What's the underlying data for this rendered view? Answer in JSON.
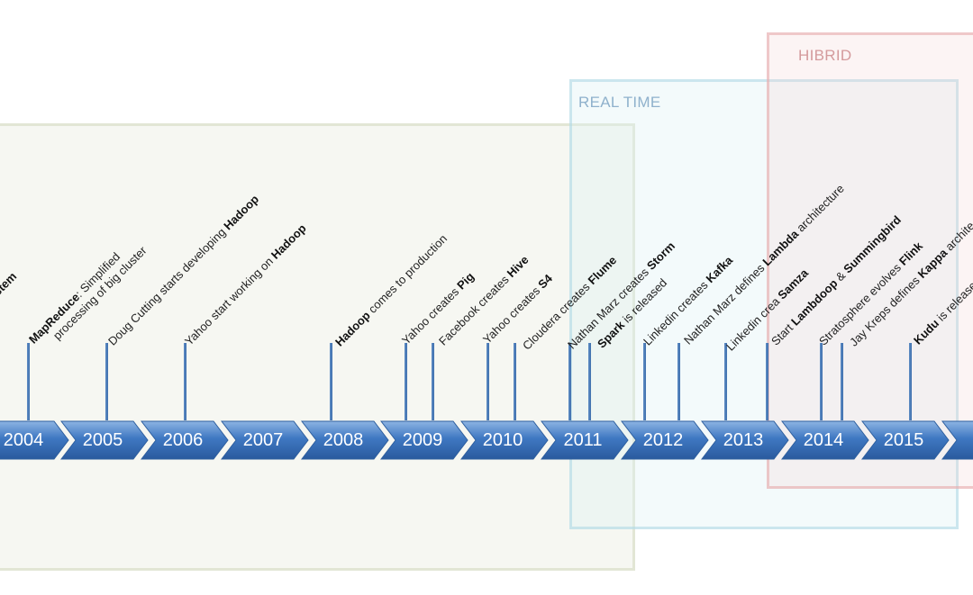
{
  "regions": {
    "realtime_label": "REAL TIME",
    "hybrid_label": "HIBRID"
  },
  "timeline": {
    "years": [
      "2004",
      "2005",
      "2006",
      "2007",
      "2008",
      "2009",
      "2010",
      "2011",
      "2012",
      "2013",
      "2014",
      "2015",
      ""
    ]
  },
  "events": {
    "gfs": {
      "suffix": "System"
    },
    "mapreduce": {
      "name": "MapReduce",
      "text1": ": Simplified",
      "text2": "processing of big cluster"
    },
    "cutting": {
      "text": "Doug Cutting starts developing ",
      "name": "Hadoop"
    },
    "yahoo_hadoop": {
      "text": "Yahoo start working on ",
      "name": "Hadoop"
    },
    "hadoop_prod": {
      "name": "Hadoop",
      "text": " comes to production"
    },
    "pig": {
      "text": "Yahoo creates ",
      "name": "Pig"
    },
    "hive": {
      "text": "Facebook creates ",
      "name": "Hive"
    },
    "s4": {
      "text": "Yahoo creates  ",
      "name": "S4"
    },
    "flume": {
      "text": "Cloudera creates ",
      "name": "Flume"
    },
    "storm": {
      "text": "Nathan Marz creates  ",
      "name": "Storm"
    },
    "spark": {
      "name": "Spark",
      "text": " is released"
    },
    "kafka": {
      "text": "Linkedin creates ",
      "name": "Kafka"
    },
    "lambda": {
      "text": "Nathan Marz defines ",
      "name": "Lambda",
      "text2": " architecture"
    },
    "samza": {
      "text": "Linkedin crea ",
      "name": "Samza"
    },
    "summingbird": {
      "text": "Start ",
      "name": "Lambdoop",
      "text2": " & ",
      "name2": "Summingbird"
    },
    "flink": {
      "text": "Stratosphere evolves ",
      "name": "Flink"
    },
    "kappa": {
      "text": "Jay Kreps defines ",
      "name": "Kappa",
      "text2": " archite"
    },
    "kudu": {
      "name": "Kudu",
      "text": " is released"
    }
  }
}
